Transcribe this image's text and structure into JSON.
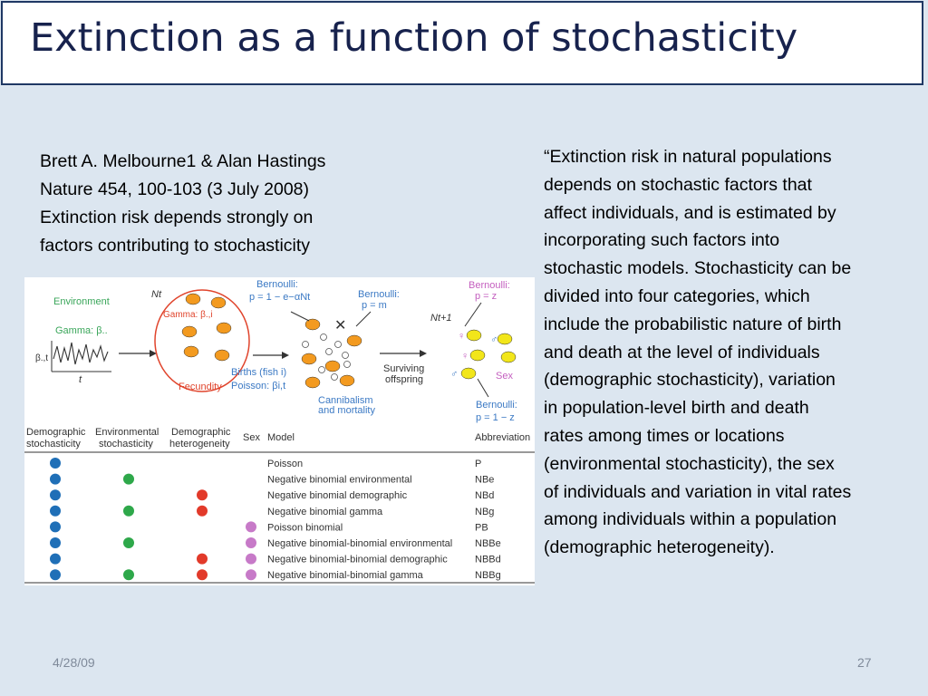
{
  "slide": {
    "title": "Extinction as a function of stochasticity",
    "citation_lines": [
      "Brett A. Melbourne1 & Alan Hastings",
      "Nature 454, 100-103 (3 July 2008)",
      "Extinction risk depends strongly on",
      "factors contributing to stochasticity"
    ],
    "quote_lines": [
      "“Extinction risk in natural populations",
      "depends on stochastic factors that",
      "affect individuals, and is estimated by",
      "incorporating such factors into",
      "stochastic models. Stochasticity can be",
      "divided into four categories, which",
      "include the probabilistic nature of birth",
      "and death at the level of individuals",
      "(demographic stochasticity), variation",
      "in population-level birth and death",
      "rates among times or locations",
      "(environmental stochasticity), the sex",
      "of individuals and variation in vital rates",
      "among individuals within a population",
      "(demographic heterogeneity)."
    ],
    "date": "4/28/09",
    "page_number": "27"
  },
  "figure": {
    "diagram": {
      "environment": "Environment",
      "gamma_beta": "Gamma: β..",
      "beta_t": "β.,t",
      "t_axis": "t",
      "nt": "Nt",
      "gamma_i": "Gamma: β.,i",
      "fecundity": "Fecundity",
      "bern1_title": "Bernoulli:",
      "bern1_eq": "p = 1 − e−αNt",
      "bern2_title": "Bernoulli:",
      "bern2_eq": "p = m",
      "births": "Births (fish i)",
      "poisson": "Poisson: βi,t",
      "cannibalism1": "Cannibalism",
      "cannibalism2": "and mortality",
      "surviving1": "Surviving",
      "surviving2": "offspring",
      "nt1": "Nt+1",
      "bern3_title": "Bernoulli:",
      "bern3_eq": "p = z",
      "sex": "Sex",
      "bern4_title": "Bernoulli:",
      "bern4_eq": "p = 1 − z"
    },
    "table": {
      "headers": {
        "demo1": "Demographic",
        "demo2": "stochasticity",
        "env1": "Environmental",
        "env2": "stochasticity",
        "het1": "Demographic",
        "het2": "heterogeneity",
        "sex": "Sex",
        "model": "Model",
        "abbr": "Abbreviation"
      },
      "rows": [
        {
          "model": "Poisson",
          "abbr": "P",
          "demo": true,
          "env": false,
          "het": false,
          "sex": false
        },
        {
          "model": "Negative binomial environmental",
          "abbr": "NBe",
          "demo": true,
          "env": true,
          "het": false,
          "sex": false
        },
        {
          "model": "Negative binomial demographic",
          "abbr": "NBd",
          "demo": true,
          "env": false,
          "het": true,
          "sex": false
        },
        {
          "model": "Negative binomial gamma",
          "abbr": "NBg",
          "demo": true,
          "env": true,
          "het": true,
          "sex": false
        },
        {
          "model": "Poisson binomial",
          "abbr": "PB",
          "demo": true,
          "env": false,
          "het": false,
          "sex": true
        },
        {
          "model": "Negative binomial-binomial environmental",
          "abbr": "NBBe",
          "demo": true,
          "env": true,
          "het": false,
          "sex": true
        },
        {
          "model": "Negative binomial-binomial demographic",
          "abbr": "NBBd",
          "demo": true,
          "env": false,
          "het": true,
          "sex": true
        },
        {
          "model": "Negative binomial-binomial gamma",
          "abbr": "NBBg",
          "demo": true,
          "env": true,
          "het": true,
          "sex": true
        }
      ]
    },
    "colors": {
      "demo": "#1f6fb7",
      "env": "#2ea84a",
      "het": "#e23a2a",
      "sex": "#c77ac8",
      "orange_fish": "#f39a1f",
      "yellow_fish": "#f2e61a",
      "red_label": "#e0442c",
      "blue_label": "#3b79c4",
      "pink_label": "#c45fbf",
      "green_label": "#3aa65a"
    }
  }
}
